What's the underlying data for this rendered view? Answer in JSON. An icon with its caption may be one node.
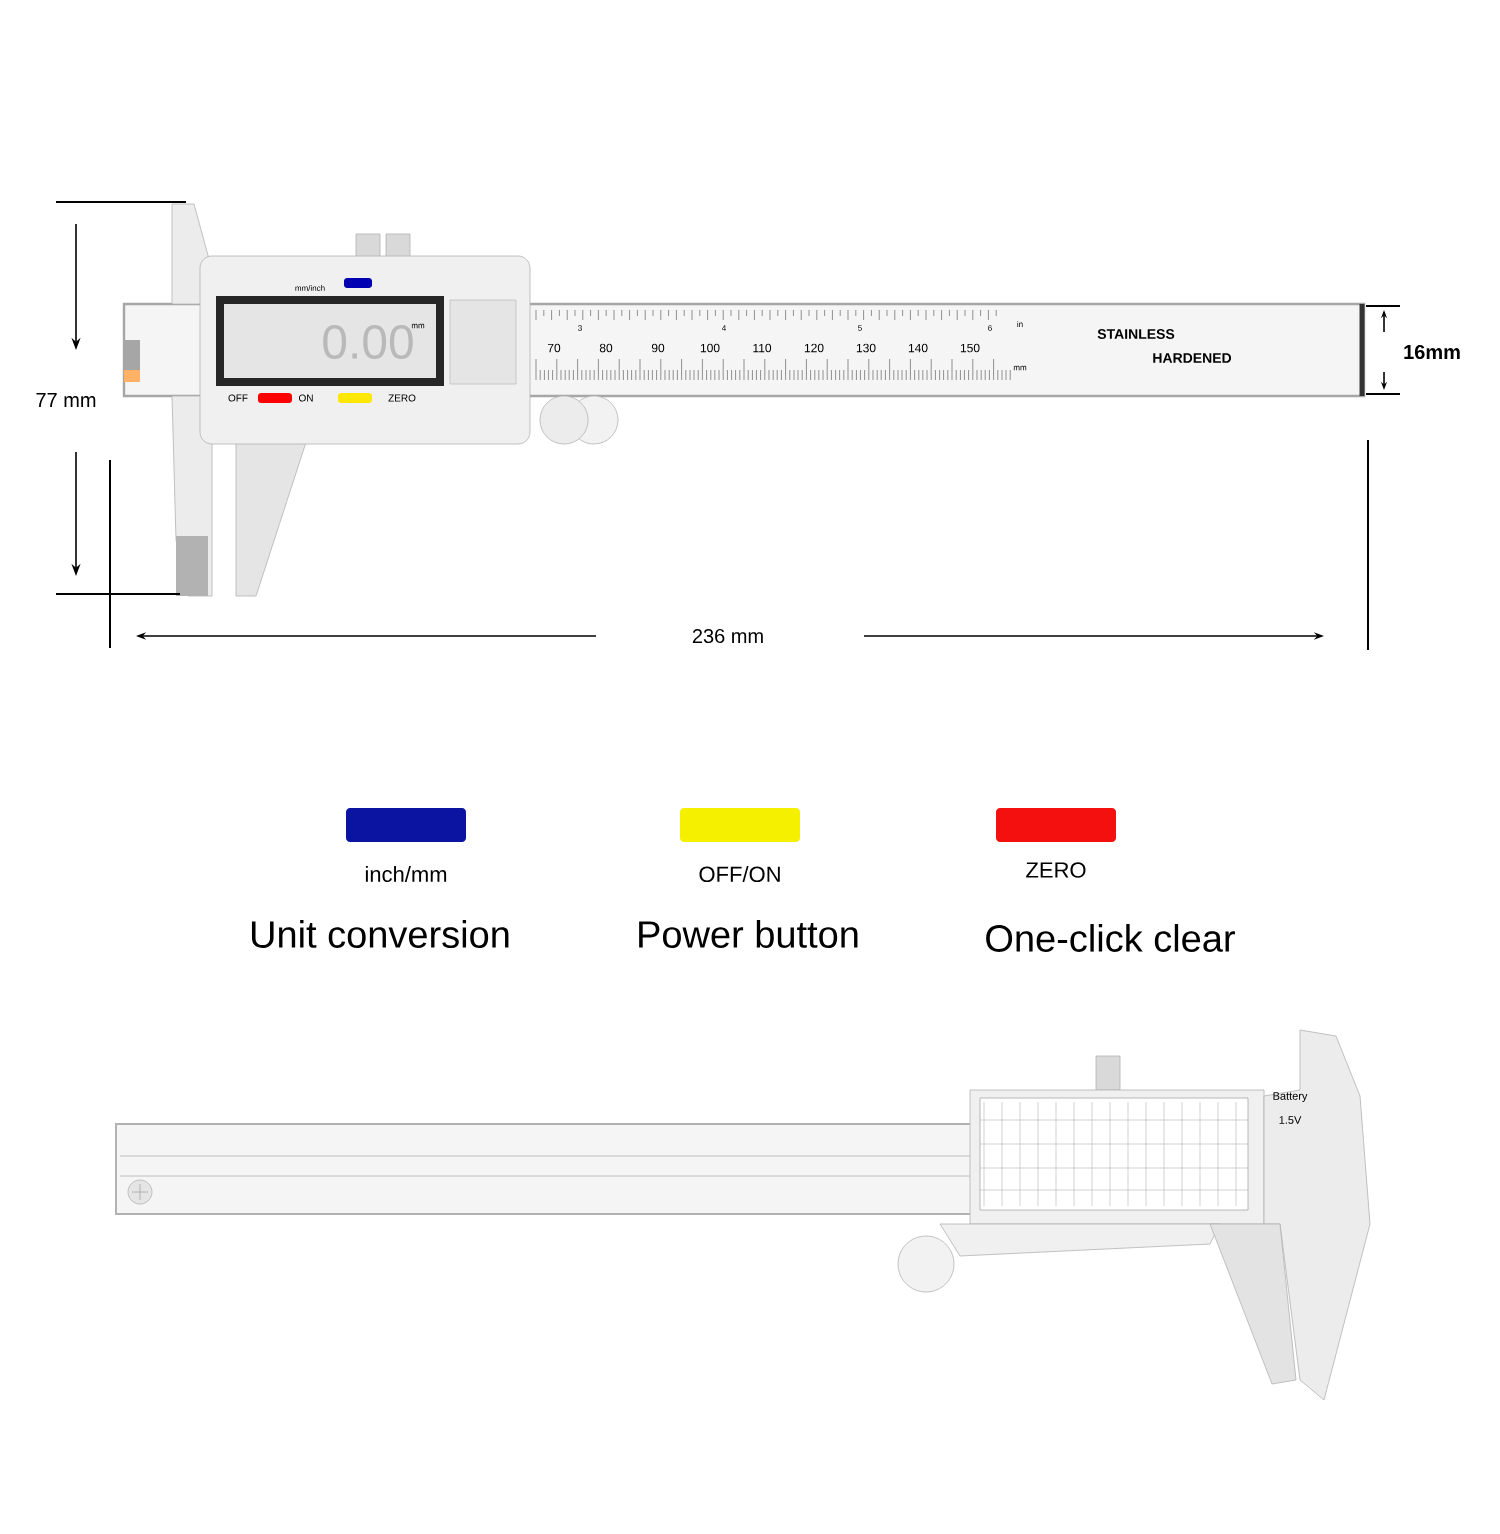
{
  "diagram": {
    "labels": [
      "mm/inch",
      "0.00",
      "mm",
      "OFF",
      "ON",
      "ZERO",
      "3",
      "4",
      "5",
      "6",
      "in",
      "70",
      "80",
      "90",
      "100",
      "110",
      "120",
      "130",
      "140",
      "150",
      "mm",
      "STAINLESS",
      "HARDENED",
      "16mm",
      "77 mm",
      "236 mm",
      "Unit conversion",
      "Power button",
      "One-click clear",
      "Battery 1.5V"
    ],
    "legend": [
      {
        "text": "inch/mm",
        "color": "#0a14a0"
      },
      {
        "text": "OFF/ON",
        "color": "#f5f000"
      },
      {
        "text": "ZERO",
        "color": "#f51010"
      }
    ]
  }
}
